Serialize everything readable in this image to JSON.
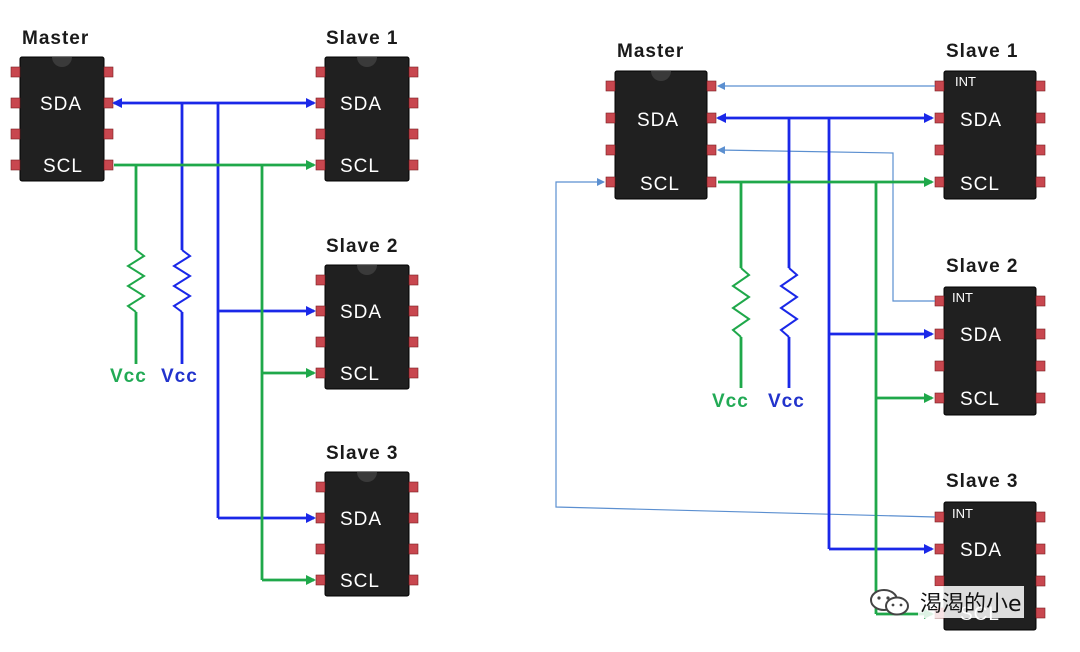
{
  "left": {
    "master": {
      "title": "Master",
      "sda": "SDA",
      "scl": "SCL"
    },
    "slaves": [
      {
        "title": "Slave 1",
        "sda": "SDA",
        "scl": "SCL"
      },
      {
        "title": "Slave 2",
        "sda": "SDA",
        "scl": "SCL"
      },
      {
        "title": "Slave 3",
        "sda": "SDA",
        "scl": "SCL"
      }
    ],
    "vcc_green": "Vcc",
    "vcc_blue": "Vcc"
  },
  "right": {
    "master": {
      "title": "Master",
      "sda": "SDA",
      "scl": "SCL"
    },
    "slaves": [
      {
        "title": "Slave 1",
        "int": "INT",
        "sda": "SDA",
        "scl": "SCL"
      },
      {
        "title": "Slave 2",
        "int": "INT",
        "sda": "SDA",
        "scl": "SCL"
      },
      {
        "title": "Slave 3",
        "int": "INT",
        "sda": "SDA",
        "scl": "SCL"
      }
    ],
    "vcc_green": "Vcc",
    "vcc_blue": "Vcc"
  },
  "colors": {
    "sda": "#1a28e8",
    "scl": "#1fa84a",
    "int": "#5b8fd0",
    "chip": "#202020",
    "pin": "#c8474f"
  },
  "watermark": {
    "text": "渴渴的小e",
    "icon": "wechat-logo-icon"
  }
}
